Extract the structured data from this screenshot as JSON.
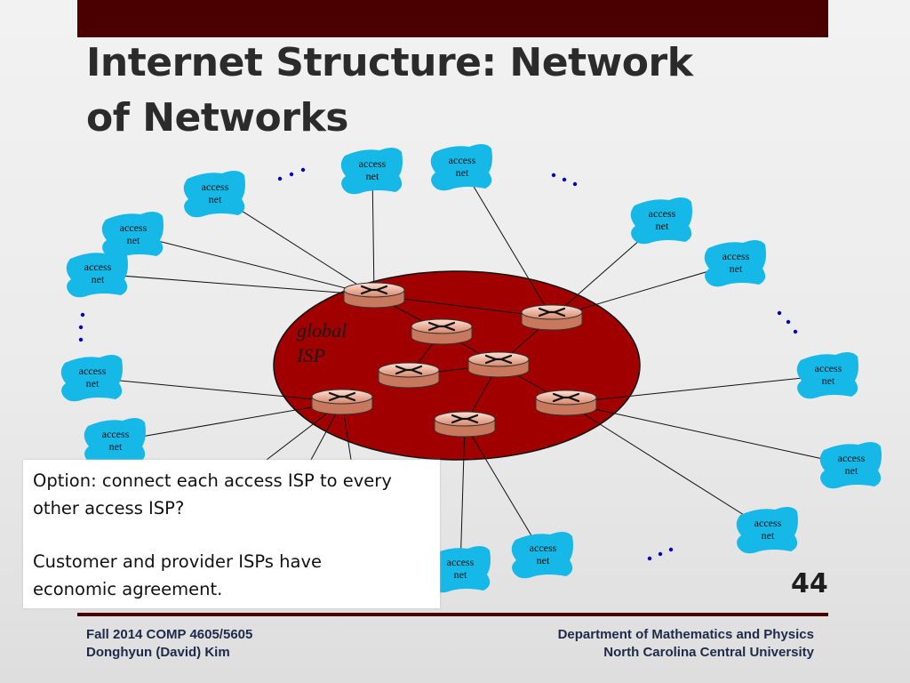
{
  "slide": {
    "title_line1": "Internet Structure: Network",
    "title_line2": "of Networks",
    "slide_number": "44"
  },
  "diagram": {
    "isp_label_line1": "global",
    "isp_label_line2": "ISP",
    "access_label_line1": "access",
    "access_label_line2": "net",
    "ellipsis_color": "#0000c8",
    "isp_fill": "#a00000",
    "cloud_fill": "#16b8e8"
  },
  "callout": {
    "line1": "Option: connect each access ISP to every",
    "line2": "other access ISP?",
    "line3": "Customer and provider ISPs have",
    "line4": "economic agreement."
  },
  "footer": {
    "left_line1": "Fall 2014 COMP 4605/5605",
    "left_line2": "Donghyun (David) Kim",
    "right_line1": "Department of Mathematics and Physics",
    "right_line2": "North Carolina Central University"
  }
}
